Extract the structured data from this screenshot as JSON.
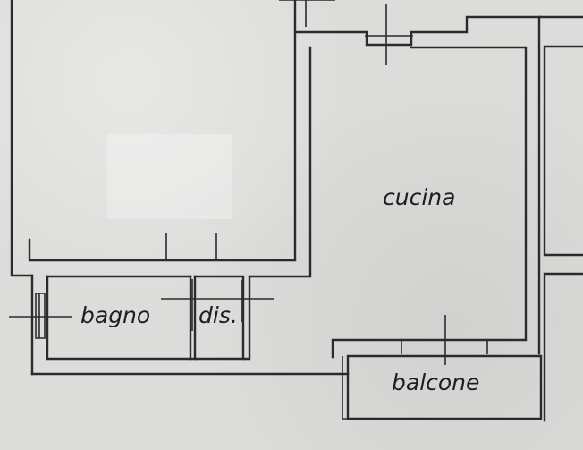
{
  "rooms": {
    "cucina": "cucina",
    "bagno": "bagno",
    "dis": "dis.",
    "balcone": "balcone"
  },
  "colors": {
    "wall": "#2b2b2b",
    "paper": "#dcdcda"
  }
}
